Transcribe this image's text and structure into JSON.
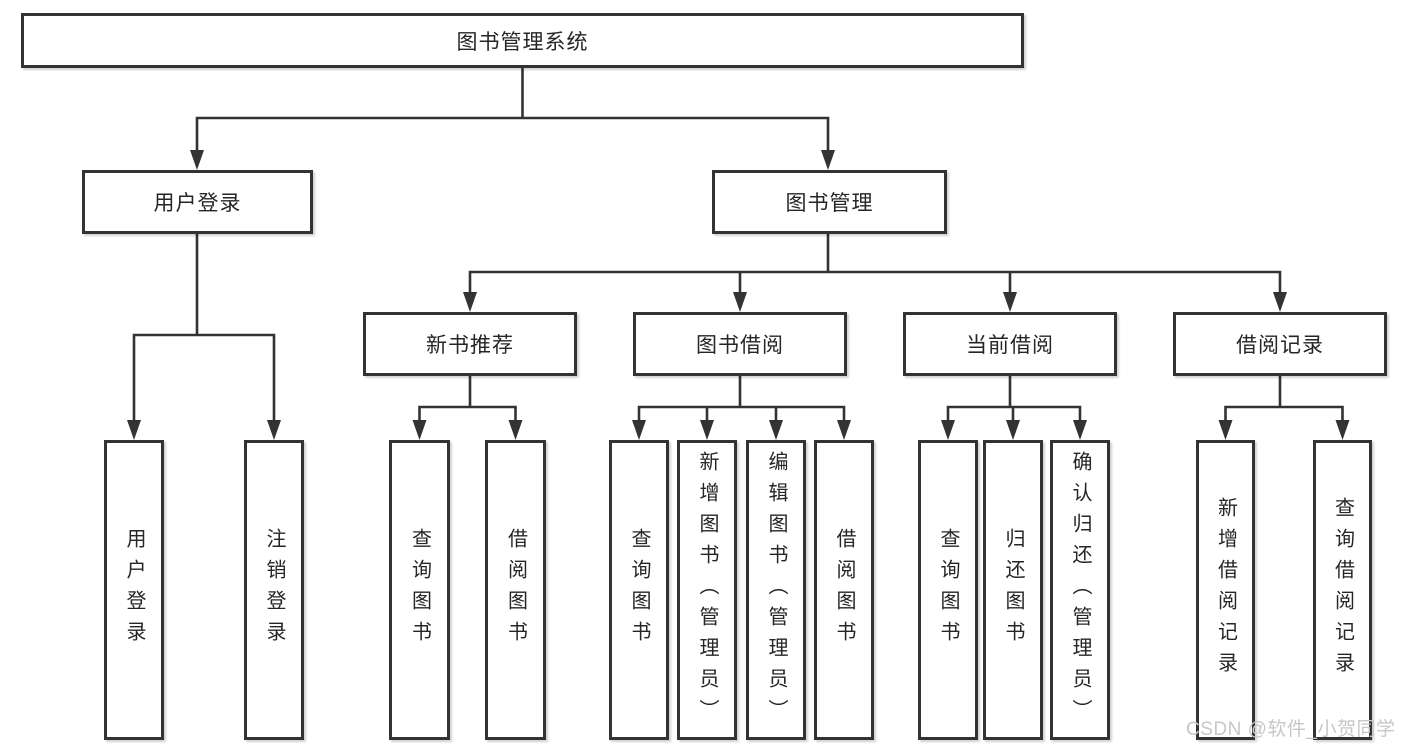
{
  "diagram": {
    "root": {
      "label": "图书管理系统",
      "children": [
        {
          "label": "用户登录",
          "children": [
            {
              "label": "用户登录"
            },
            {
              "label": "注销登录"
            }
          ]
        },
        {
          "label": "图书管理",
          "children": [
            {
              "label": "新书推荐",
              "children": [
                {
                  "label": "查询图书"
                },
                {
                  "label": "借阅图书"
                }
              ]
            },
            {
              "label": "图书借阅",
              "children": [
                {
                  "label": "查询图书"
                },
                {
                  "label": "新增图书（管理员）"
                },
                {
                  "label": "编辑图书（管理员）"
                },
                {
                  "label": "借阅图书"
                }
              ]
            },
            {
              "label": "当前借阅",
              "children": [
                {
                  "label": "查询图书"
                },
                {
                  "label": "归还图书"
                },
                {
                  "label": "确认归还（管理员）"
                }
              ]
            },
            {
              "label": "借阅记录",
              "children": [
                {
                  "label": "新增借阅记录"
                },
                {
                  "label": "查询借阅记录"
                }
              ]
            }
          ]
        }
      ]
    }
  },
  "watermark": {
    "text": "CSDN @软件_小贺同学",
    "color": "#c7c7c7"
  },
  "colors": {
    "line": "#333333",
    "text": "#262626",
    "background": "#ffffff"
  }
}
